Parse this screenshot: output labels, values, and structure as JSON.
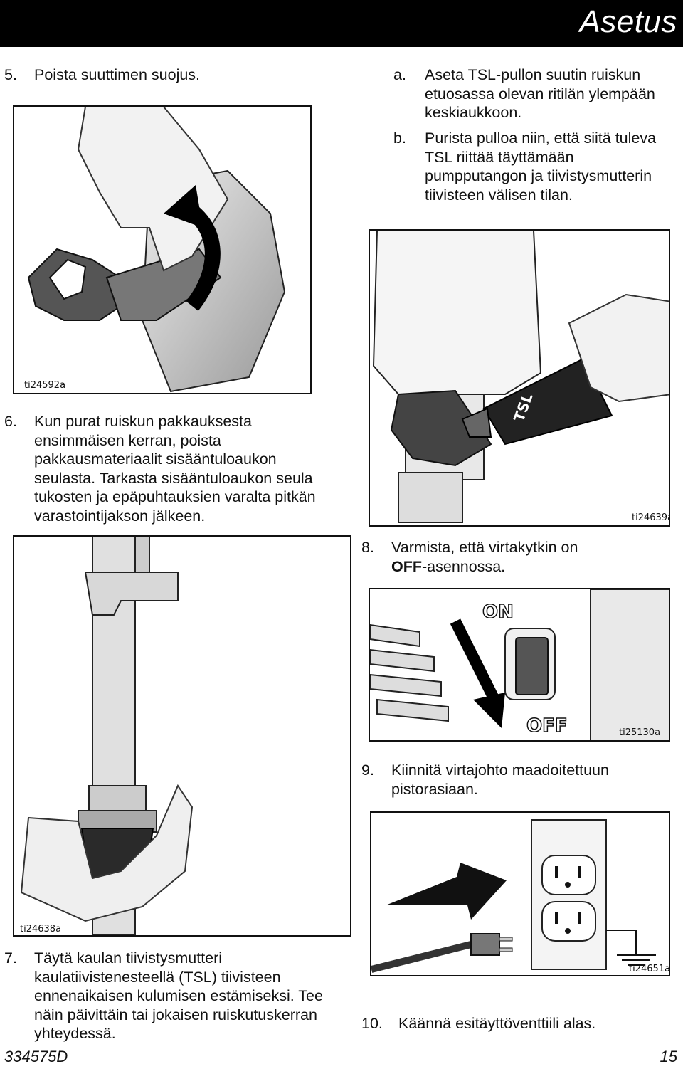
{
  "header": {
    "title": "Asetus"
  },
  "steps": {
    "s5": {
      "num": "5.",
      "text": "Poista suuttimen suojus."
    },
    "sa": {
      "num": "a.",
      "text": "Aseta TSL-pullon suutin ruiskun etuosassa olevan ritilän ylempään keskiaukkoon."
    },
    "sb": {
      "num": "b.",
      "text": "Purista pulloa niin, että siitä tuleva TSL riittää täyttämään pumpputangon ja tiivistysmutterin tiivisteen välisen tilan."
    },
    "s6": {
      "num": "6.",
      "text": "Kun purat ruiskun pakkauksesta ensimmäisen kerran, poista pakkausmateriaalit sisääntuloaukon seulasta. Tarkasta sisääntuloaukon seula tukosten ja epäpuhtauksien varalta pitkän varastointijakson jälkeen."
    },
    "s7": {
      "num": "7.",
      "text": "Täytä kaulan tiivistysmutteri kaulatiivistenesteellä (TSL) tiivisteen ennenaikaisen kulumisen estämiseksi. Tee näin päivittäin tai jokaisen ruiskutuskerran yhteydessä."
    },
    "s8": {
      "num": "8.",
      "text_pre": "Varmista, että virtakytkin on",
      "bold": "OFF",
      "text_post": "-asennossa."
    },
    "s9": {
      "num": "9.",
      "text": "Kiinnitä virtajohto maadoitettuun pistorasiaan."
    },
    "s10": {
      "num": "10.",
      "text": "Käännä esitäyttöventtiili alas."
    }
  },
  "figures": {
    "f1": {
      "id": "ti24592a"
    },
    "f2": {
      "id": "ti24639a",
      "bottle_label": "TSL"
    },
    "f3": {
      "id": "ti24638a"
    },
    "f4": {
      "id": "ti25130a",
      "on_label": "ON",
      "off_label": "OFF"
    },
    "f5": {
      "id": "ti24651a"
    }
  },
  "footer": {
    "doc_number": "334575D",
    "page_number": "15"
  }
}
